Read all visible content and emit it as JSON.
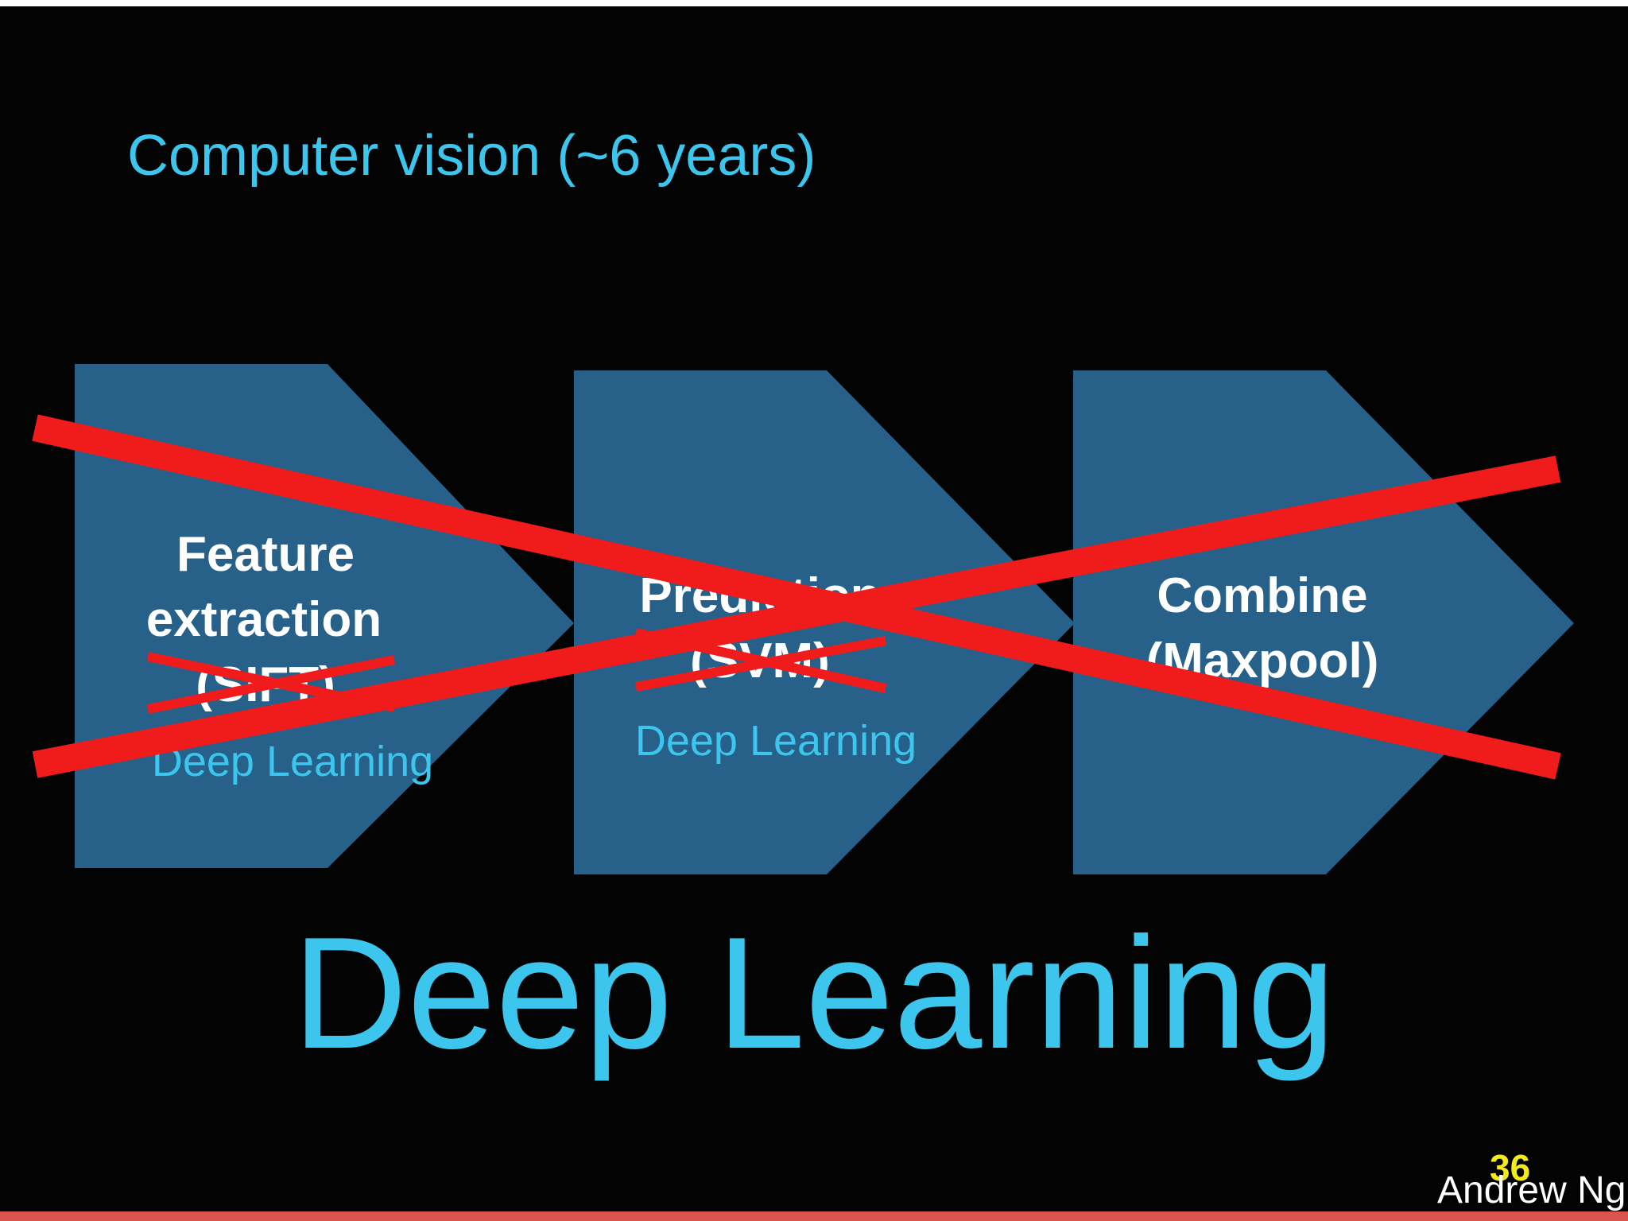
{
  "slide": {
    "title": "Computer vision (~6 years)",
    "headline": "Deep Learning",
    "page_number": "36",
    "author": "Andrew Ng"
  },
  "pipeline": {
    "stages": [
      {
        "line1": "Feature",
        "line2": "extraction",
        "crossed": "(SIFT)",
        "replacement": "Deep Learning"
      },
      {
        "line1": "Prediction",
        "crossed": "(SVM)",
        "replacement": "Deep Learning"
      },
      {
        "line1": "Combine",
        "line2": "(Maxpool)"
      }
    ],
    "crossed_out": true
  },
  "colors": {
    "background": "#030303",
    "accent": "#3cc6ee",
    "chevron": "#276089",
    "strike": "#f01c1c",
    "page_number": "#f2ea1c",
    "bottom_bar": "#d9534f"
  }
}
